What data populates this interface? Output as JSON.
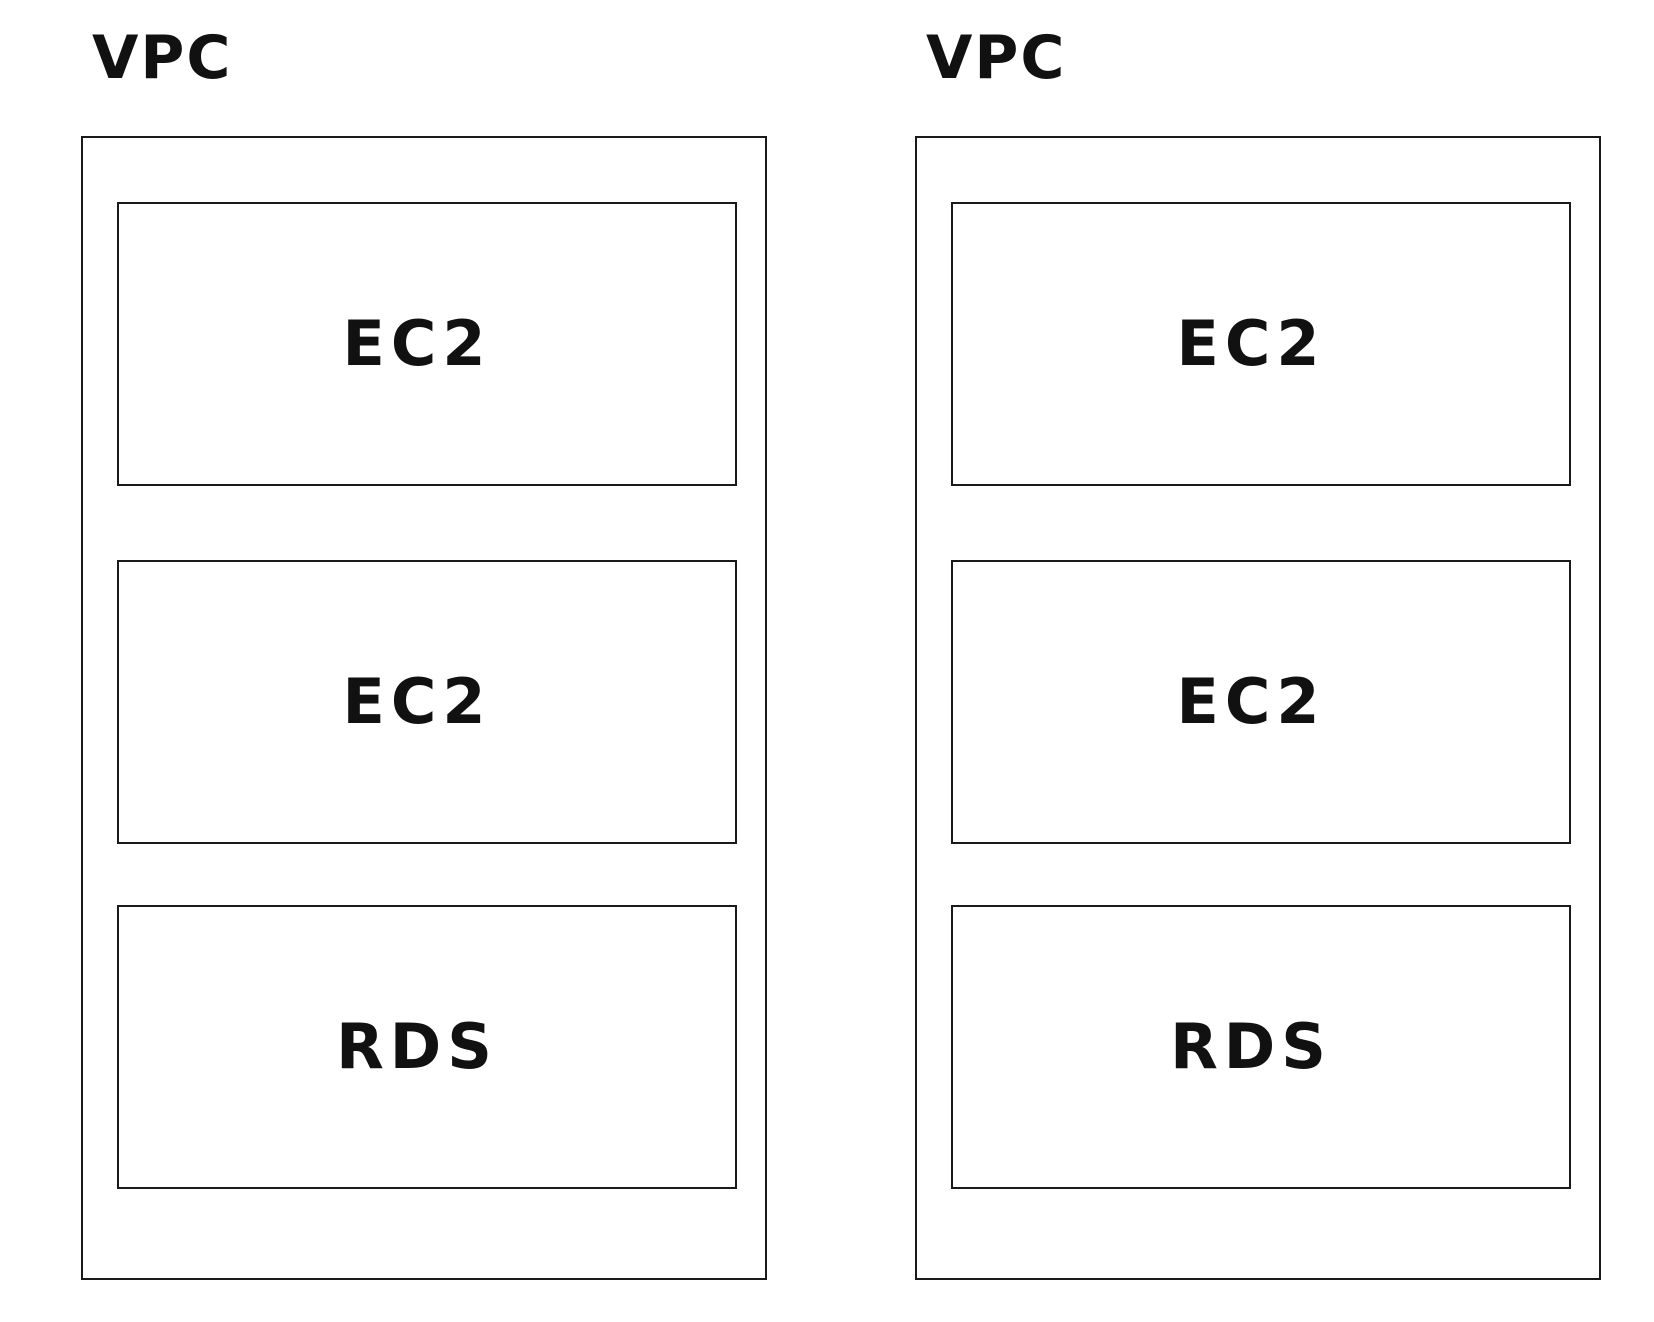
{
  "vpcs": [
    {
      "title": "VPC",
      "services": [
        {
          "label": "EC2"
        },
        {
          "label": "EC2"
        },
        {
          "label": "RDS"
        }
      ]
    },
    {
      "title": "VPC",
      "services": [
        {
          "label": "EC2"
        },
        {
          "label": "EC2"
        },
        {
          "label": "RDS"
        }
      ]
    }
  ]
}
